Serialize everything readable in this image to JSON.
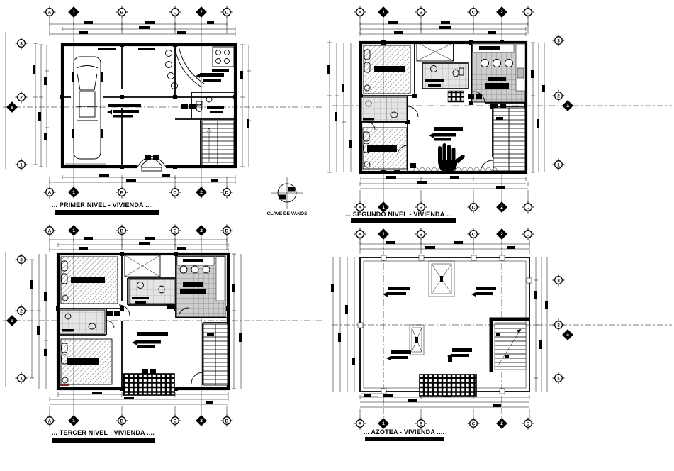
{
  "sheet": {
    "background": "#ffffff",
    "ink": "#000000",
    "tile_color": "#cdcdcd",
    "tile_light": "#e4e4e4",
    "accent_red": "#7b2a2a"
  },
  "plans": {
    "primer": {
      "title": "... PRIMER NIVEL - VIVIENDA ...."
    },
    "segundo": {
      "title": "... SEGUNDO NIVEL - VIVIENDA ..."
    },
    "tercer": {
      "title": "... TERCER NIVEL - VIVIENDA ...."
    },
    "azotea": {
      "title": "... AZOTEA - VIVIENDA ...."
    }
  },
  "legend": {
    "label": "CLAVE DE VANOS"
  },
  "grid": {
    "cols": [
      "A",
      "1",
      "B",
      "C",
      "2",
      "D"
    ],
    "rows": [
      "3",
      "2",
      "1"
    ],
    "row_diamond": "a"
  }
}
